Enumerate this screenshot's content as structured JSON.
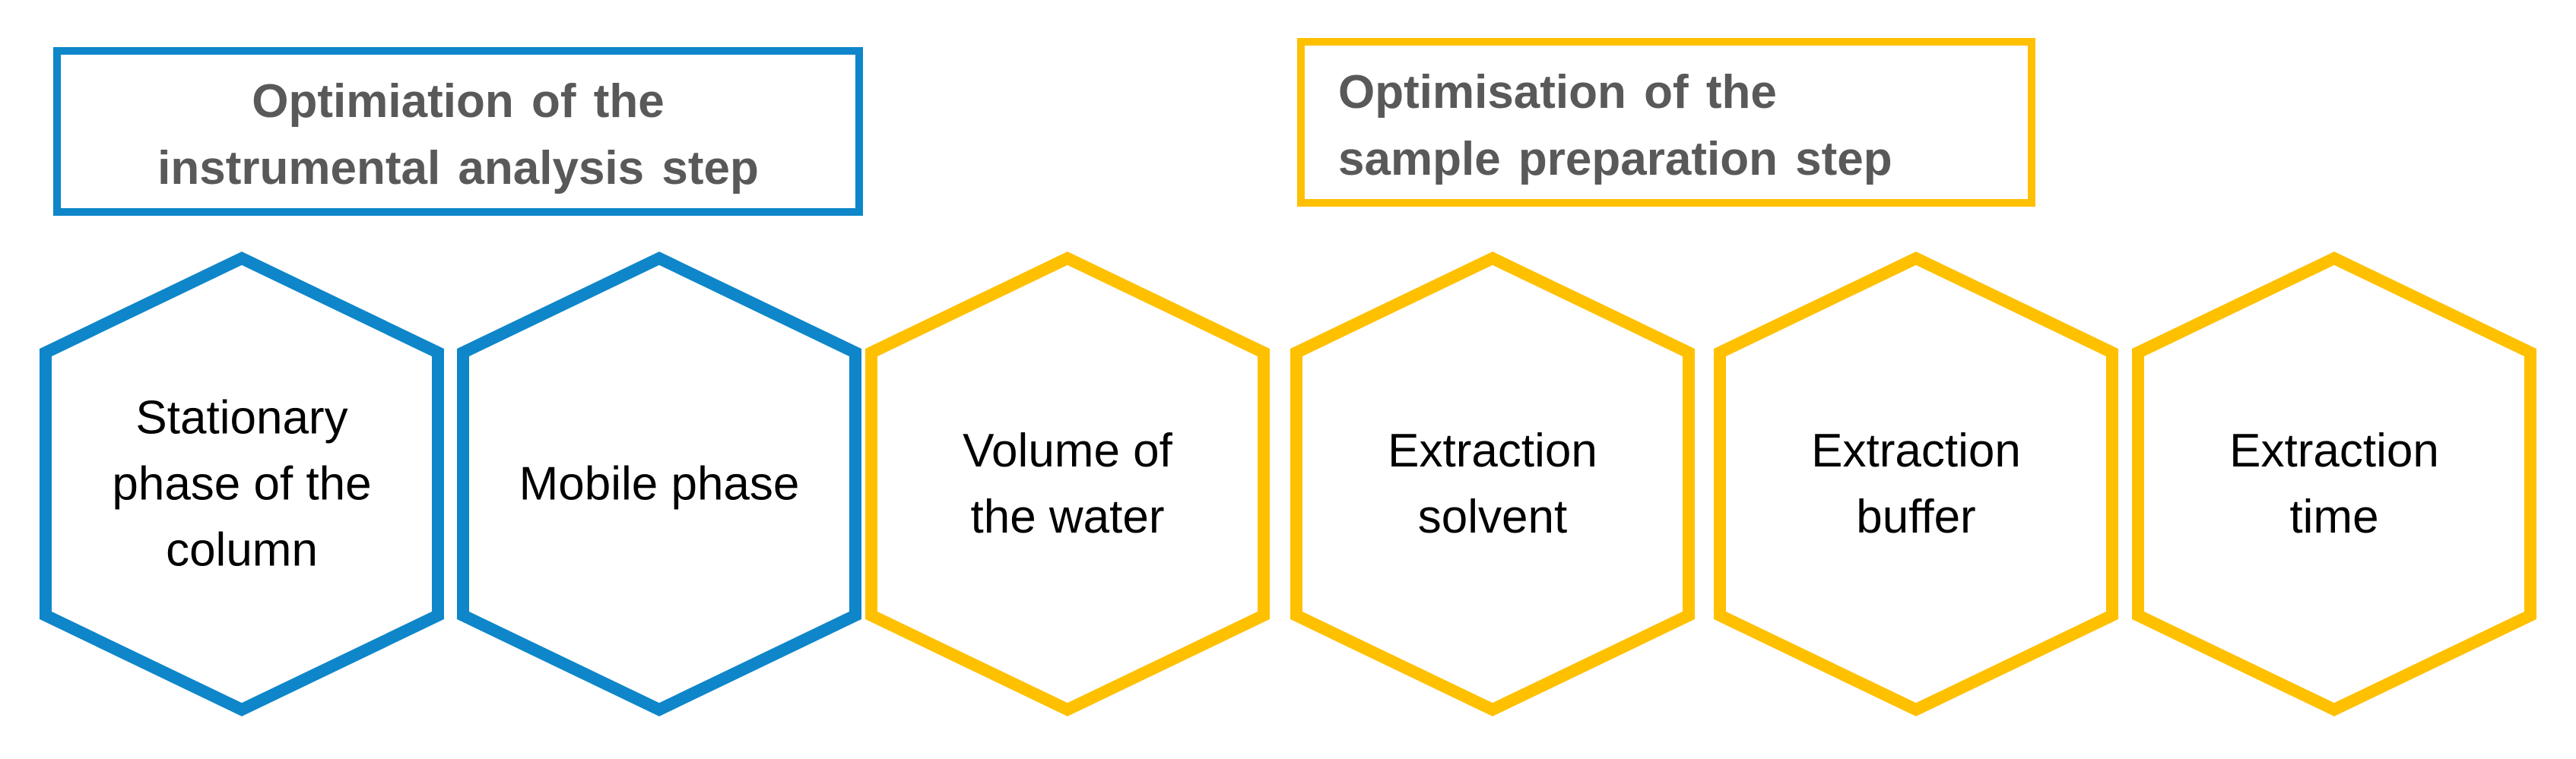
{
  "colors": {
    "blue": "#0E86C9",
    "yellow": "#FFC000",
    "header_text": "#595959",
    "label_text": "#000000"
  },
  "headers": {
    "instrumental": {
      "line1": "Optimiation of the",
      "line2": "instrumental analysis step"
    },
    "sample": {
      "line1": "Optimisation of the",
      "line2": "sample preparation step"
    }
  },
  "hexagons": [
    {
      "group": "instrumental",
      "lines": [
        "Stationary",
        "phase of the",
        "column"
      ]
    },
    {
      "group": "instrumental",
      "lines": [
        "Mobile phase"
      ]
    },
    {
      "group": "sample",
      "lines": [
        "Volume of",
        "the water"
      ]
    },
    {
      "group": "sample",
      "lines": [
        "Extraction",
        "solvent"
      ]
    },
    {
      "group": "sample",
      "lines": [
        "Extraction",
        "buffer"
      ]
    },
    {
      "group": "sample",
      "lines": [
        "Extraction",
        "time"
      ]
    }
  ]
}
